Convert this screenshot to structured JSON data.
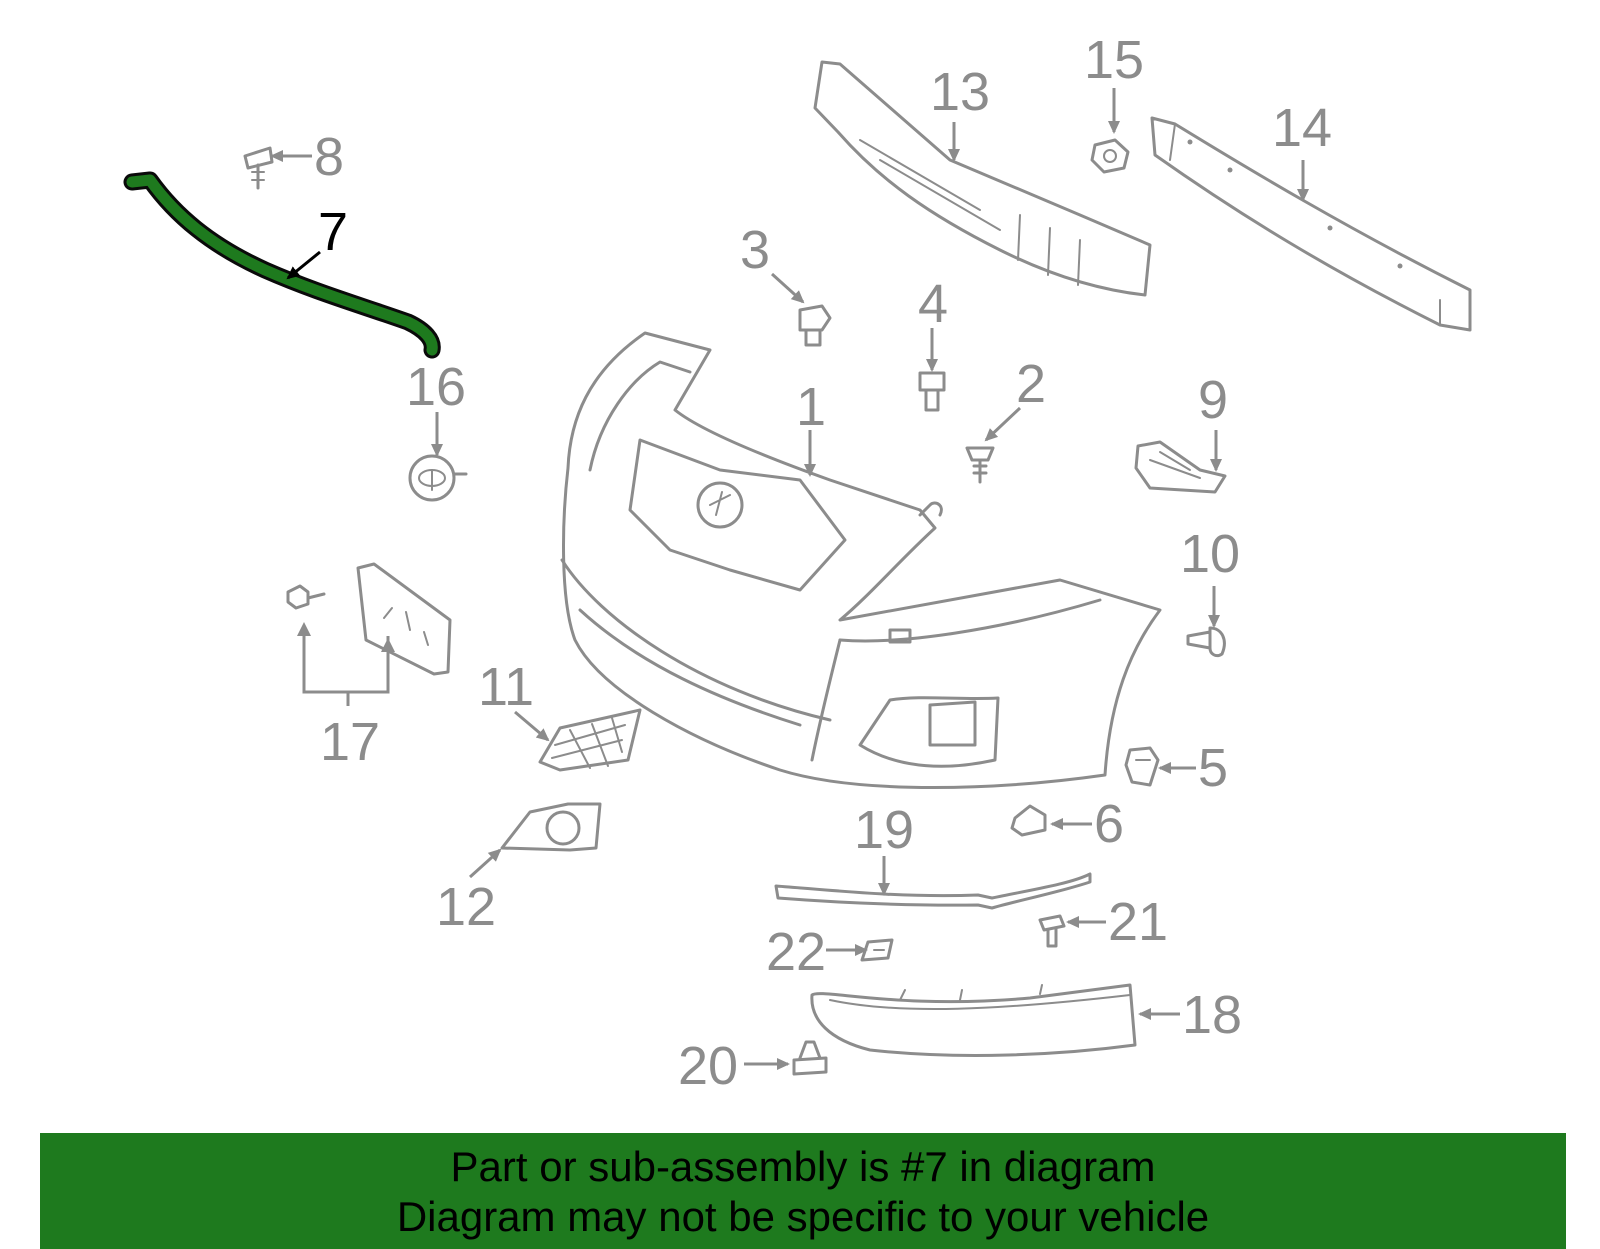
{
  "diagram": {
    "highlighted_part": "7",
    "callouts": {
      "c1": "1",
      "c2": "2",
      "c3": "3",
      "c4": "4",
      "c5": "5",
      "c6": "6",
      "c7": "7",
      "c8": "8",
      "c9": "9",
      "c10": "10",
      "c11": "11",
      "c12": "12",
      "c13": "13",
      "c14": "14",
      "c15": "15",
      "c16": "16",
      "c17": "17",
      "c18": "18",
      "c19": "19",
      "c20": "20",
      "c21": "21",
      "c22": "22"
    },
    "colors": {
      "highlight": "#1e7a1e",
      "parts": "#8c8c8c",
      "banner": "#1e7a1e"
    }
  },
  "banner": {
    "line1": "Part or sub-assembly is #7 in diagram",
    "line2": "Diagram may not be specific to your vehicle"
  }
}
